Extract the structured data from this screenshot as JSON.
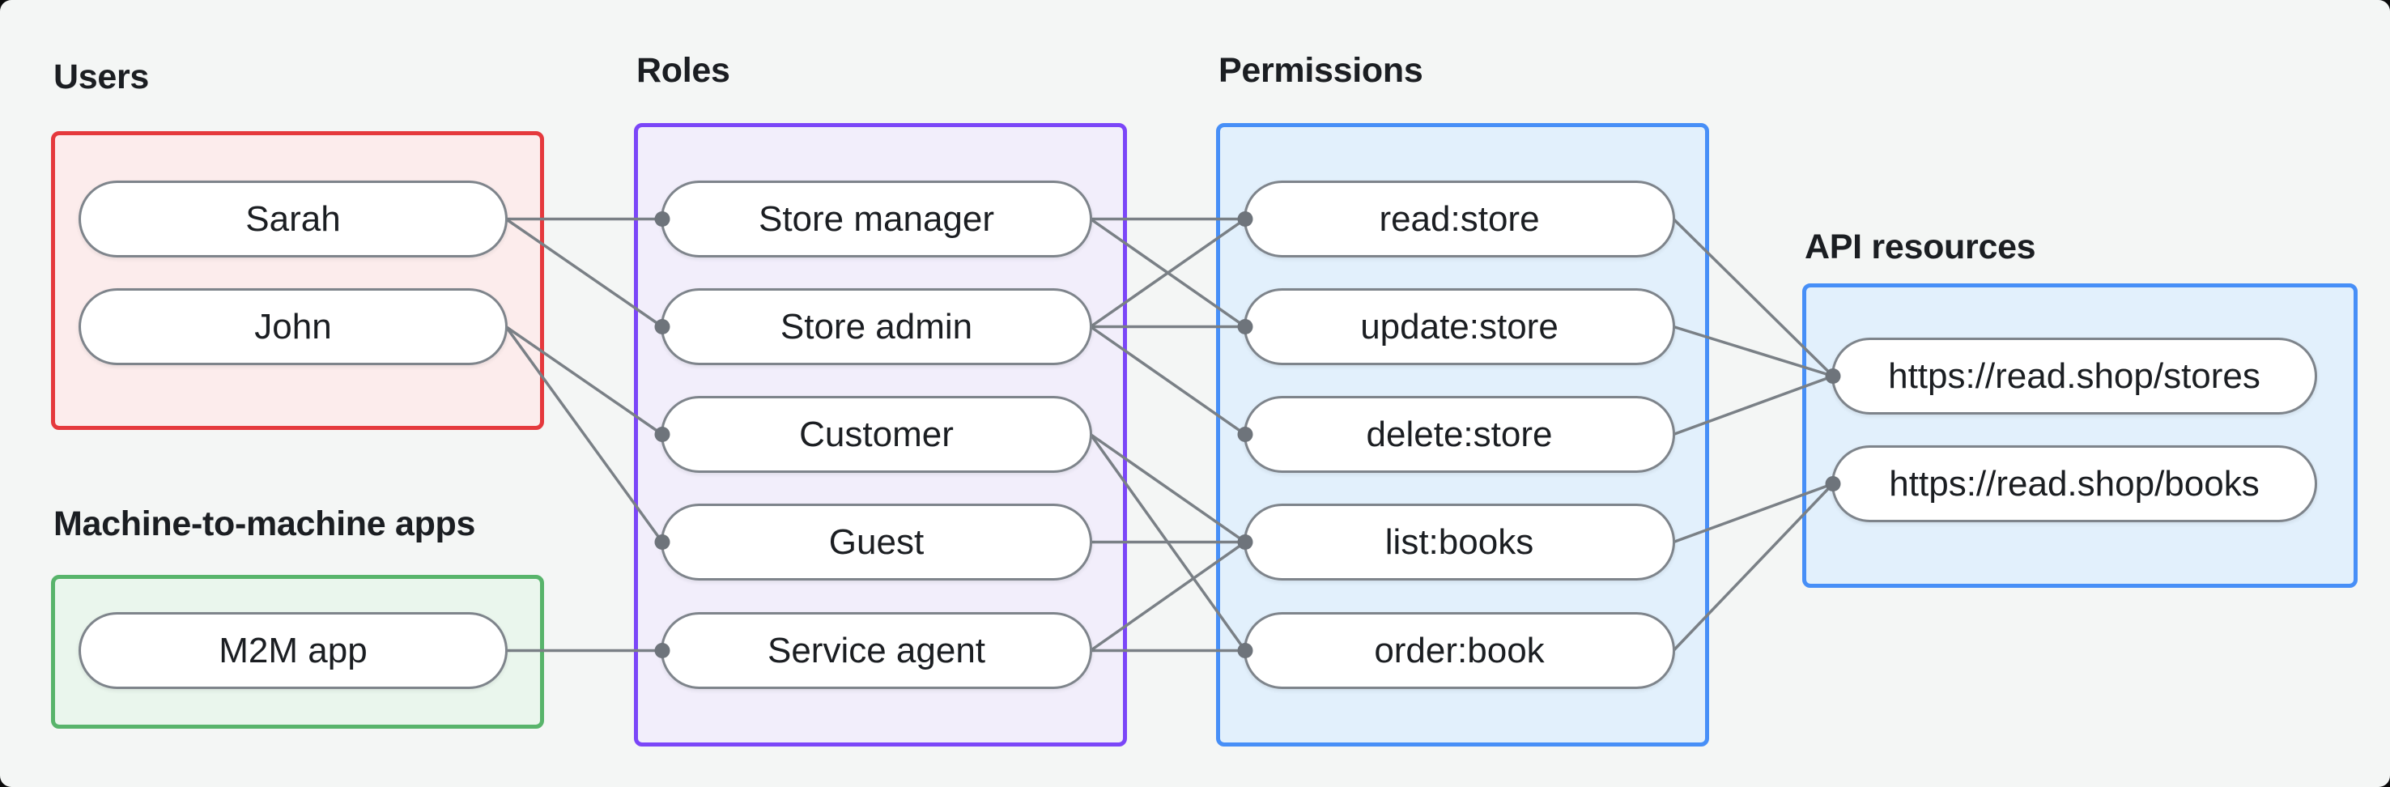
{
  "canvas": {
    "background": "#f4f6f5",
    "outside_background": "#0b0b0c"
  },
  "colors": {
    "edge": "#7a8086",
    "dot": "#6e747b",
    "node_border": "#7e848b",
    "node_fill": "#ffffff",
    "text": "#1b1e22"
  },
  "groups": [
    {
      "id": "users",
      "label": "Users",
      "border_color": "#e5393d",
      "fill_color": "#fcecec",
      "nodes": [
        {
          "id": "sarah",
          "label": "Sarah"
        },
        {
          "id": "john",
          "label": "John"
        }
      ]
    },
    {
      "id": "m2m",
      "label": "Machine-to-machine apps",
      "border_color": "#58b46b",
      "fill_color": "#eaf6ed",
      "nodes": [
        {
          "id": "m2m_app",
          "label": "M2M app"
        }
      ]
    },
    {
      "id": "roles",
      "label": "Roles",
      "border_color": "#7b46f8",
      "fill_color": "#f2eefb",
      "nodes": [
        {
          "id": "store_manager",
          "label": "Store manager"
        },
        {
          "id": "store_admin",
          "label": "Store admin"
        },
        {
          "id": "customer",
          "label": "Customer"
        },
        {
          "id": "guest",
          "label": "Guest"
        },
        {
          "id": "service_agent",
          "label": "Service agent"
        }
      ]
    },
    {
      "id": "permissions",
      "label": "Permissions",
      "border_color": "#478ff7",
      "fill_color": "#e2f0fc",
      "nodes": [
        {
          "id": "read_store",
          "label": "read:store"
        },
        {
          "id": "update_store",
          "label": "update:store"
        },
        {
          "id": "delete_store",
          "label": "delete:store"
        },
        {
          "id": "list_books",
          "label": "list:books"
        },
        {
          "id": "order_book",
          "label": "order:book"
        }
      ]
    },
    {
      "id": "api_resources",
      "label": "API resources",
      "border_color": "#478ff7",
      "fill_color": "#e2f0fc",
      "nodes": [
        {
          "id": "stores_api",
          "label": "https://read.shop/stores"
        },
        {
          "id": "books_api",
          "label": "https://read.shop/books"
        }
      ]
    }
  ],
  "edges": [
    [
      "sarah",
      "store_manager"
    ],
    [
      "sarah",
      "store_admin"
    ],
    [
      "john",
      "customer"
    ],
    [
      "john",
      "guest"
    ],
    [
      "m2m_app",
      "service_agent"
    ],
    [
      "store_manager",
      "read_store"
    ],
    [
      "store_manager",
      "update_store"
    ],
    [
      "store_admin",
      "read_store"
    ],
    [
      "store_admin",
      "update_store"
    ],
    [
      "store_admin",
      "delete_store"
    ],
    [
      "customer",
      "list_books"
    ],
    [
      "customer",
      "order_book"
    ],
    [
      "guest",
      "list_books"
    ],
    [
      "service_agent",
      "list_books"
    ],
    [
      "service_agent",
      "order_book"
    ],
    [
      "read_store",
      "stores_api"
    ],
    [
      "update_store",
      "stores_api"
    ],
    [
      "delete_store",
      "stores_api"
    ],
    [
      "list_books",
      "books_api"
    ],
    [
      "order_book",
      "books_api"
    ]
  ]
}
